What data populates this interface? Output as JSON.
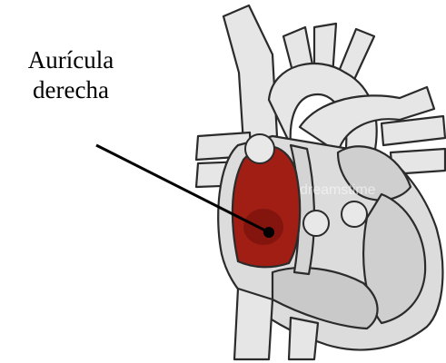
{
  "label": {
    "line1": "Aurícula",
    "line2": "derecha"
  },
  "watermark": "dreamstime",
  "colors": {
    "outline": "#2b2b2b",
    "vessel_fill": "#e6e6e6",
    "chamber_fill": "#d9d9d9",
    "atrium_fill": "#a01e14",
    "atrium_dark": "#7d130c",
    "pointer": "#000000"
  }
}
